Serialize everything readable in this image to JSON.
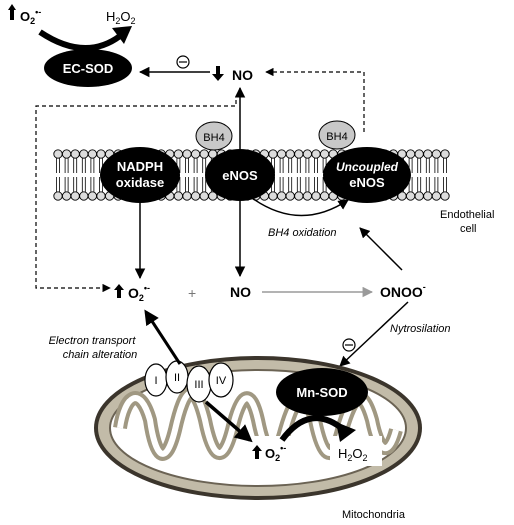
{
  "superoxide_label": "O₂•⁻",
  "superoxide_charge": "•-",
  "o2_base": "O",
  "o2_sub": "2",
  "h2o2_base": "H",
  "h2o2_sub": "2",
  "h2o2_tail": "O",
  "h2o2_sub2": "2",
  "no_label": "NO",
  "onoo_base": "ONOO",
  "onoo_sup": "-",
  "plus": "+",
  "inhibit_symbol": "⊖",
  "enzymes": {
    "ec_sod": "EC-SOD",
    "nadph_line1": "NADPH",
    "nadph_line2": "oxidase",
    "enos": "eNOS",
    "uncoupled_line1": "Uncoupled",
    "uncoupled_line2": "eNOS",
    "bh4": "BH4",
    "mn_sod": "Mn-SOD"
  },
  "labels": {
    "endothelial_line1": "Endothelial",
    "endothelial_line2": "cell",
    "bh4_oxidation": "BH4 oxidation",
    "etc_line1": "Electron transport",
    "etc_line2": "chain alteration",
    "nytrosilation": "Nytrosilation",
    "mitochondria": "Mitochondria"
  },
  "complexes": [
    "I",
    "II",
    "III",
    "IV"
  ],
  "colors": {
    "enzyme_fill": "#000000",
    "bh4_fill": "#c8c8c8",
    "mito_outer": "#5a5247",
    "mito_inner": "#a09882",
    "membrane_head": "#dcdcdc",
    "arrow_gray": "#9a9a9a"
  }
}
